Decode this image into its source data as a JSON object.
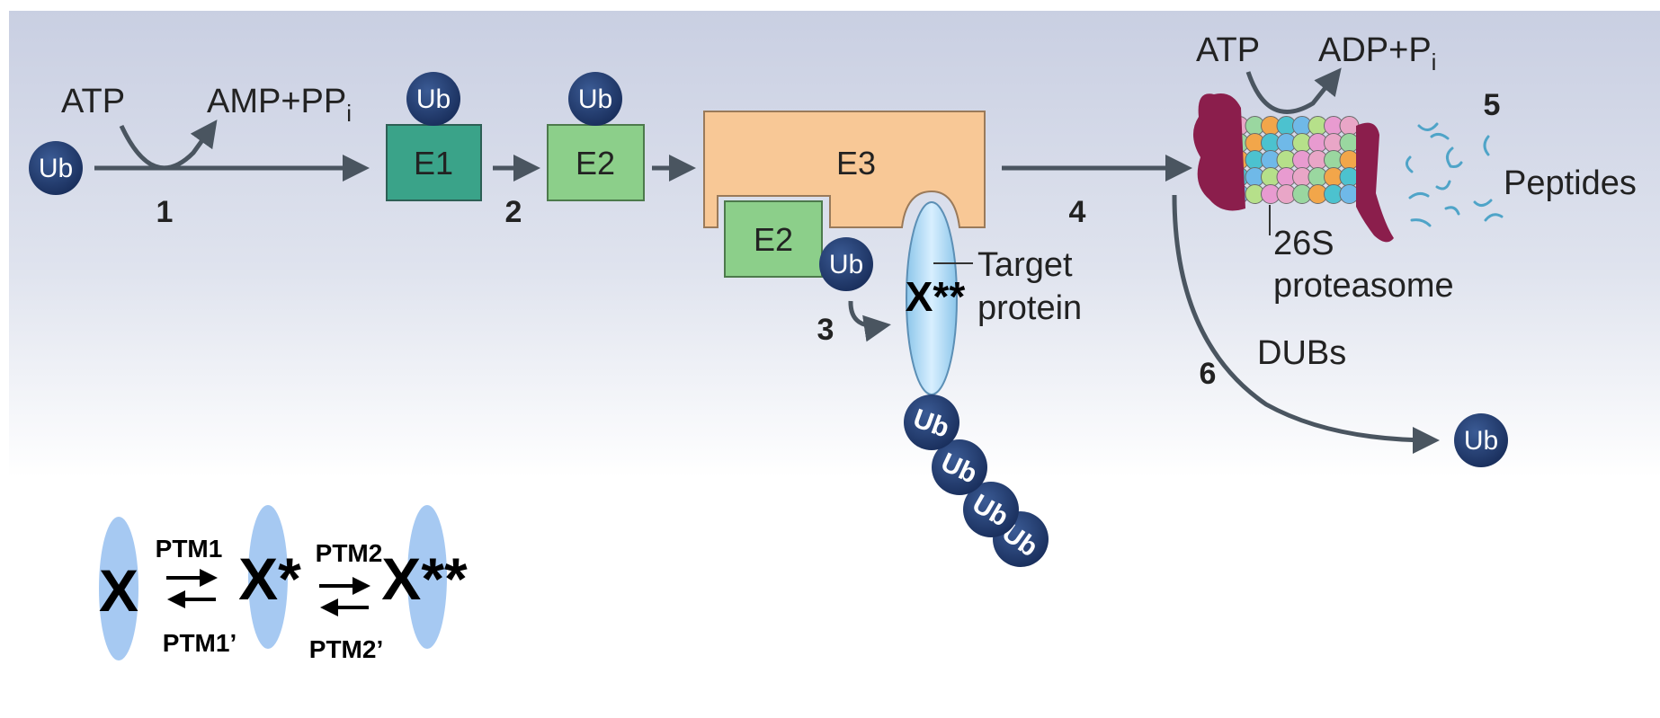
{
  "ubiquitin": {
    "label": "Ub"
  },
  "step1": {
    "number": "1",
    "input": "ATP",
    "output": "AMP+PP",
    "output_sub": "i"
  },
  "step2": {
    "number": "2"
  },
  "step3": {
    "number": "3"
  },
  "step4": {
    "number": "4"
  },
  "step5": {
    "number": "5",
    "input": "ATP",
    "output": "ADP+P",
    "output_sub": "i",
    "products": "Peptides"
  },
  "step6": {
    "number": "6",
    "enzyme": "DUBs"
  },
  "enzymes": {
    "e1": "E1",
    "e2": "E2",
    "e3": "E3"
  },
  "target": {
    "label_line1": "Target",
    "label_line2": "protein",
    "marker": "X**"
  },
  "proteasome": {
    "label_line1": "26S",
    "label_line2": "proteasome"
  },
  "ptm_scheme": {
    "state0": "X",
    "state1": "X*",
    "state2": "X**",
    "forward1": "PTM1",
    "reverse1": "PTM1’",
    "forward2": "PTM2",
    "reverse2": "PTM2’"
  },
  "colors": {
    "ub_fill": "#1c3566",
    "e1_fill": "#3aa389",
    "e2_fill": "#8ccf8a",
    "e3_fill": "#f8c896",
    "target_fill": "#a9d6f0",
    "ptm_oval": "#a6c9f2",
    "proteasome_cap": "#8b1e4c",
    "arrow": "#4a5560"
  }
}
